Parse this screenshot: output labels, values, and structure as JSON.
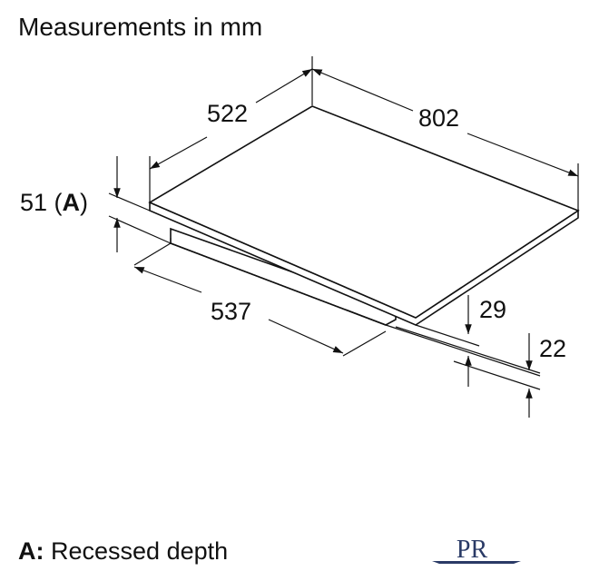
{
  "header": {
    "title": "Measurements in mm"
  },
  "dimensions": {
    "depth": "522",
    "width": "802",
    "recessed_depth_value": "51 (",
    "recessed_depth_marker": "A",
    "recessed_depth_close": ")",
    "cutout_depth": "537",
    "total_height": "29",
    "lower_height": "22"
  },
  "footer": {
    "legend_key": "A:",
    "legend_text": " Recessed depth"
  },
  "logo": {
    "text": "PR"
  }
}
